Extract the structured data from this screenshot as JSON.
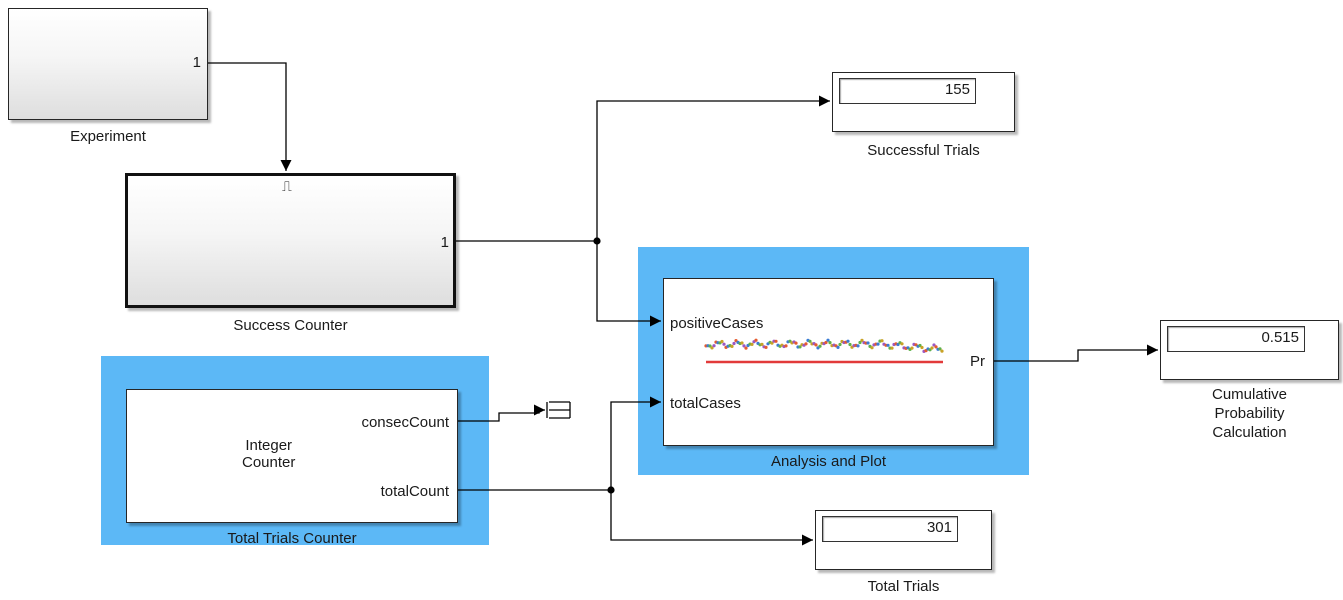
{
  "blocks": {
    "experiment": {
      "label": "Experiment",
      "port_out": "1"
    },
    "success_counter": {
      "label": "Success Counter",
      "port_out": "1",
      "trigger_symbol": "⎍"
    },
    "total_trials_counter": {
      "label": "Total Trials Counter",
      "inner_label": "Integer\nCounter",
      "ports_out": [
        "consecCount",
        "totalCount"
      ]
    },
    "analysis_and_plot": {
      "label": "Analysis and Plot",
      "ports_in": [
        "positiveCases",
        "totalCases"
      ],
      "port_out": "Pr"
    },
    "successful_trials": {
      "label": "Successful Trials",
      "value": "155"
    },
    "total_trials": {
      "label": "Total Trials",
      "value": "301"
    },
    "cumulative_probability": {
      "label": "Cumulative\nProbability\nCalculation",
      "value": "0.515"
    }
  },
  "colors": {
    "highlight": "#5cb8f6",
    "line": "#000000",
    "plot_red": "#e23a3a"
  }
}
